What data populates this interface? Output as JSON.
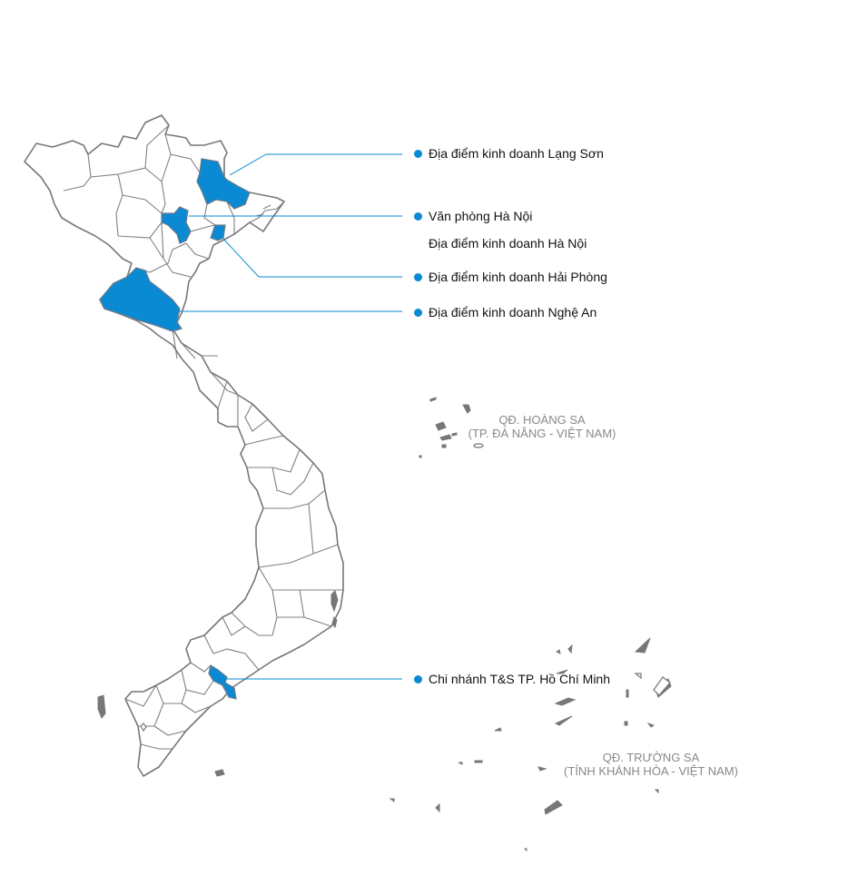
{
  "colors": {
    "highlight": "#0a8ad2",
    "outline": "#777777",
    "label": "#111111",
    "archipelago_label": "#888888"
  },
  "locations": [
    {
      "id": "lang-son",
      "label": "Địa điểm kinh doanh Lạng Sơn"
    },
    {
      "id": "ha-noi-office",
      "label": "Văn phòng Hà Nội"
    },
    {
      "id": "ha-noi-business",
      "label": "Địa điểm kinh doanh Hà Nội"
    },
    {
      "id": "hai-phong",
      "label": "Địa điểm kinh doanh Hải Phòng"
    },
    {
      "id": "nghe-an",
      "label": "Địa điểm kinh doanh Nghệ An"
    },
    {
      "id": "ho-chi-minh",
      "label": "Chi nhánh T&S TP. Hồ Chí Minh"
    }
  ],
  "archipelagos": {
    "hoang_sa": {
      "name": "QĐ. HOÀNG SA",
      "admin": "(TP. ĐÀ NẴNG - VIỆT NAM)"
    },
    "truong_sa": {
      "name": "QĐ. TRƯỜNG SA",
      "admin": "(TỈNH KHÁNH HÒA - VIỆT NAM)"
    }
  }
}
